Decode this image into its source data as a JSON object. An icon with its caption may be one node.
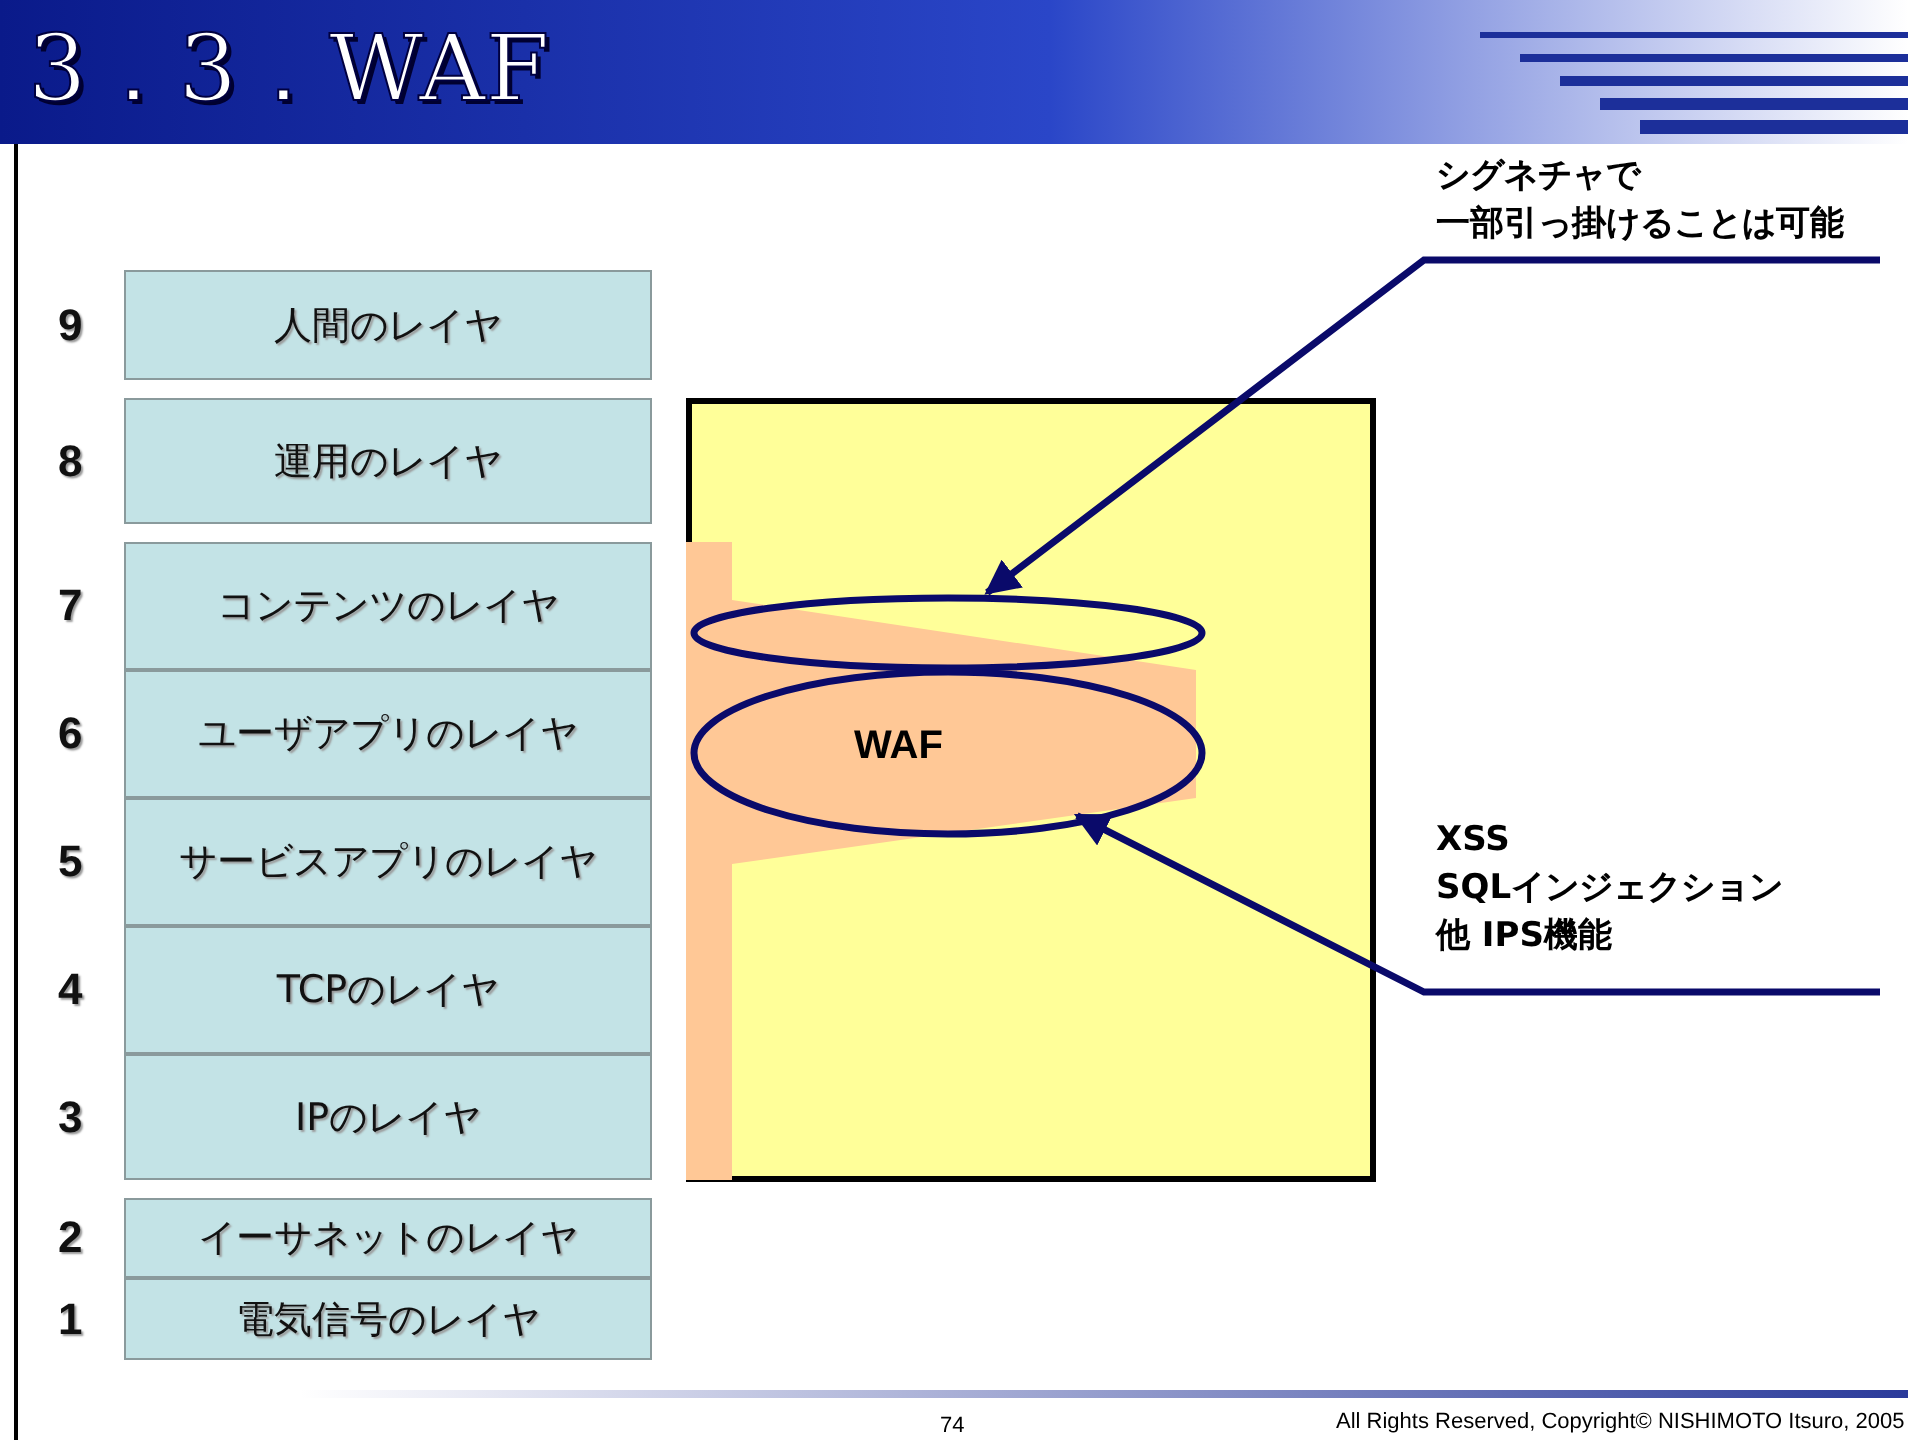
{
  "diagram": {
    "title": "3．3．WAF",
    "nodes": [
      {
        "text": [
          "人間のレイヤ"
        ],
        "beside": [
          "9"
        ]
      },
      {
        "text": [
          "運用のレイヤ"
        ],
        "beside": [
          "8"
        ]
      },
      {
        "text": [
          "コンテンツのレイヤ"
        ],
        "beside": [
          "7"
        ]
      },
      {
        "text": [
          "ユーザアプリのレイヤ"
        ],
        "beside": [
          "6"
        ]
      },
      {
        "text": [
          "サービスアプリのレイヤ"
        ],
        "beside": [
          "5"
        ]
      },
      {
        "text": [
          "TCPのレイヤ"
        ],
        "beside": [
          "4"
        ]
      },
      {
        "text": [
          "IPのレイヤ"
        ],
        "beside": [
          "3"
        ]
      },
      {
        "text": [
          "イーサネットのレイヤ"
        ],
        "beside": [
          "2"
        ]
      },
      {
        "text": [
          "電気信号のレイヤ"
        ],
        "beside": [
          "1"
        ]
      },
      {
        "text": [],
        "shape": "box"
      },
      {
        "text": [],
        "shape": "ellipse",
        "in": 9
      },
      {
        "text": [
          "WAF"
        ],
        "in": 9
      },
      {
        "text": [
          "シグネチャで",
          "一部引っ掛けることは可能"
        ]
      },
      {
        "text": [
          "XSS",
          "SQLインジェクション",
          "他 IPS機能"
        ]
      }
    ],
    "edges": [
      {
        "from": 12,
        "to": 10,
        "arrow": "to"
      },
      {
        "from": 13,
        "to": 11,
        "arrow": "to"
      }
    ],
    "labels": [
      "74",
      "All Rights Reserved, Copyright© NISHIMOTO Itsuro, 2005"
    ]
  }
}
